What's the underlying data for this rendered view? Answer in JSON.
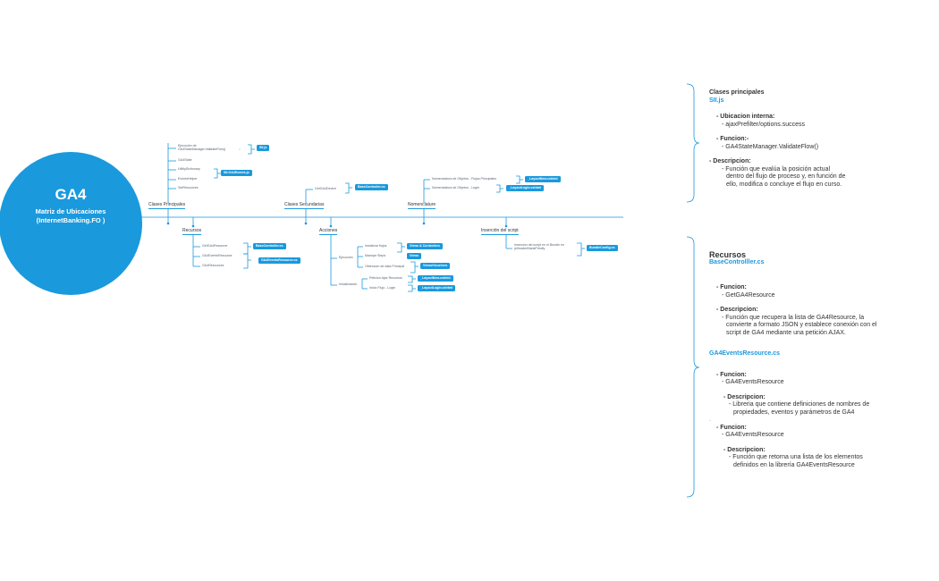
{
  "hub": {
    "title": "GA4",
    "subtitle": "Matriz de Ubicaciones (InternetBanking.FO )"
  },
  "branches": {
    "clases_principales": "Clases Principales",
    "clases_secundarias": "Clases Secundarias",
    "nomenclature": "Nomenclature",
    "recursos": "Recursos",
    "acciones": "Acciones",
    "insercion": "Inserción del script"
  },
  "cp": {
    "leaves": [
      "Ejecución de GA4StateManager.ValidateFlow()",
      "GA4State",
      "UtilityDictionary",
      "EventsHelper",
      "SetResources"
    ],
    "tags": {
      "sii": "SII.js",
      "events": "SII.GA4Events.js"
    }
  },
  "cs": {
    "leaf": "GetGA4Device",
    "tag": "BaseController.cs"
  },
  "nom": {
    "leaves": [
      "Nomenclatura de Objetos - Flujos Principales",
      "Nomenclatura de Objetos - Login"
    ],
    "tags": [
      "_LayoutNew.cshtml",
      "_LayoutLogin.cshtml"
    ]
  },
  "rec": {
    "leaves": [
      "GetGA4Resource",
      "GA4EventsResource",
      "GA4Resources"
    ],
    "tags": [
      "BaseController.cs",
      "GA4EventsResource.cs"
    ]
  },
  "acc": {
    "ejecucion": "Ejecución",
    "inicializacion": "Inicialización",
    "leaves": [
      "Inicializar flujos",
      "Manejar Steps",
      "Obtencion de data Principal",
      "Peticion Ajax Recursos",
      "Inicio Flujo - Login"
    ],
    "tags": [
      "Views & Controllers",
      "Views",
      "Views/Vouchers",
      "_LayoutNew.cshtml",
      "_LayoutLogin.cshtml"
    ]
  },
  "ins": {
    "leaf": "Insercion del script en el Bundle en jsHeaderBlankPrimify",
    "tag": "BundleConfig.cs"
  },
  "panel1": {
    "title": "Clases principales",
    "file": "SII.js",
    "ubic_label": "- Ubicacion interna:",
    "ubic_value": "- ajaxPrefilter/options.success",
    "func_label": "- Funcion:-",
    "func_value": "- GA4StateManager.ValidateFlow()",
    "desc_label": "- Descripcion:",
    "desc_value": [
      "- Función que evalúa la posición actual",
      "dentro del flujo de proceso y, en función de",
      "ello, modifica o concluye el flujo en curso."
    ]
  },
  "panel2": {
    "title": "Recursos",
    "file1": "BaseControlller.cs",
    "f1_func_label": "- Funcion:",
    "f1_func_value": "- GetGA4Resource",
    "f1_desc_label": "- Descripcion:",
    "f1_desc_value": [
      "- Función que recupera la lista de GA4Resource, la",
      "convierte a formato JSON y establece conexión con el",
      "script de GA4 mediante una petición AJAX."
    ],
    "file2": "GA4EventsResource.cs",
    "f2a_func_label": "- Funcion:",
    "f2a_func_value": "- GA4EventsResource",
    "f2a_desc_label": "- Descripcion:",
    "f2a_desc_value": [
      "- Libreria que contiene definiciones de nombres de",
      "propiedades, eventos y parámetros de GA4"
    ],
    "dot": ".",
    "f2b_func_label": "- Funcion:",
    "f2b_func_value": "- GA4EventsResource",
    "f2b_desc_label": "- Descripcion:",
    "f2b_desc_value": [
      "- Función que retorna una lista de los elementos",
      "definidos en la librería GA4EventsResource"
    ]
  },
  "colors": {
    "accent": "#1a99dd",
    "text": "#3a4048"
  }
}
